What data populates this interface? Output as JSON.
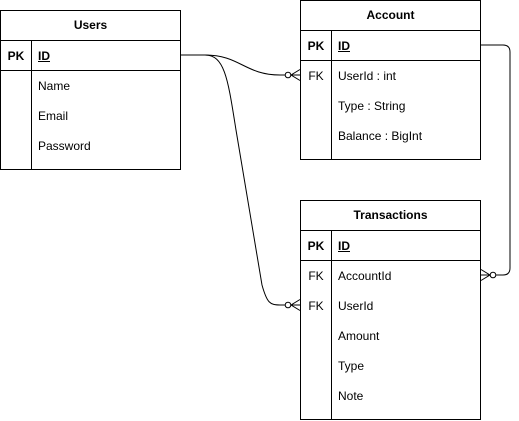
{
  "entities": {
    "users": {
      "title": "Users",
      "pk": {
        "key": "PK",
        "name": "ID"
      },
      "fields": [
        {
          "key": "",
          "name": "Name"
        },
        {
          "key": "",
          "name": "Email"
        },
        {
          "key": "",
          "name": "Password"
        }
      ]
    },
    "account": {
      "title": "Account",
      "pk": {
        "key": "PK",
        "name": "ID"
      },
      "fields": [
        {
          "key": "FK",
          "name": "UserId : int"
        },
        {
          "key": "",
          "name": "Type : String"
        },
        {
          "key": "",
          "name": "Balance : BigInt"
        }
      ]
    },
    "transactions": {
      "title": "Transactions",
      "pk": {
        "key": "PK",
        "name": "ID"
      },
      "fields": [
        {
          "key": "FK",
          "name": "AccountId"
        },
        {
          "key": "FK",
          "name": "UserId"
        },
        {
          "key": "",
          "name": "Amount"
        },
        {
          "key": "",
          "name": "Type"
        },
        {
          "key": "",
          "name": "Note"
        }
      ]
    }
  },
  "relationships": [
    {
      "from": "users.ID",
      "to": "account.UserId",
      "from_end": "one",
      "to_end": "zero-or-many"
    },
    {
      "from": "users.ID",
      "to": "transactions.UserId",
      "from_end": "one",
      "to_end": "zero-or-many"
    },
    {
      "from": "account.ID",
      "to": "transactions.AccountId",
      "from_end": "one",
      "to_end": "zero-or-many"
    }
  ],
  "colors": {
    "line": "#000000",
    "background": "#ffffff"
  }
}
